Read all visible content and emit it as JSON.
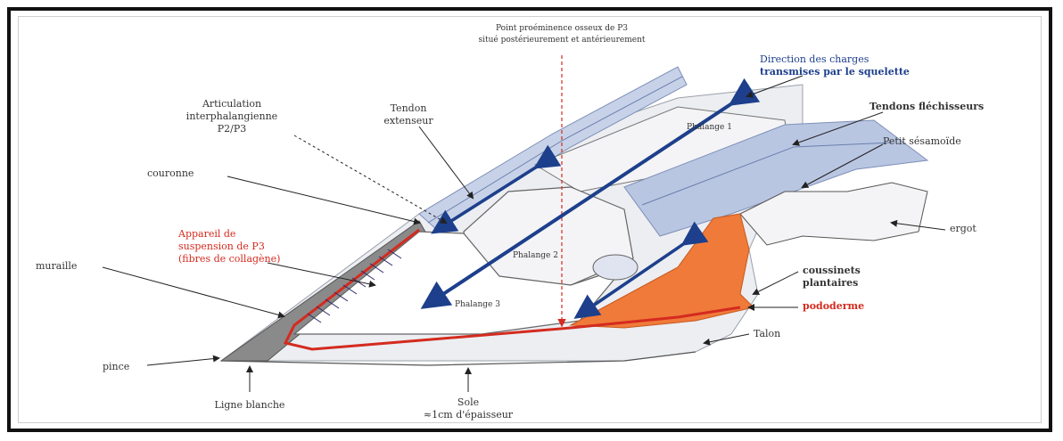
{
  "labels": {
    "point_top_1": "Point proéminence osseux de P3",
    "point_top_2": "situé postérieurement et antérieurement",
    "direction_1": "Direction des charges",
    "direction_2": "transmises par le squelette",
    "articulation_1": "Articulation",
    "articulation_2": "interphalangienne",
    "articulation_3": "P2/P3",
    "tendon_ext_1": "Tendon",
    "tendon_ext_2": "extenseur",
    "tendons_flech": "Tendons fléchisseurs",
    "petit_sesamoide": "Petit sésamoïde",
    "phalange_1": "Phalange 1",
    "phalange_2": "Phalange 2",
    "phalange_3": "Phalange 3",
    "couronne": "couronne",
    "appareil_1": "Appareil de",
    "appareil_2": "suspension de P3",
    "appareil_3": "(fibres de collagène)",
    "muraille": "muraille",
    "ergot": "ergot",
    "coussinets_1": "coussinets",
    "coussinets_2": "plantaires",
    "pododerme": "pododerme",
    "talon": "Talon",
    "pince": "pince",
    "ligne_blanche": "Ligne blanche",
    "sole_1": "Sole",
    "sole_2": "≈1cm d'épaisseur"
  },
  "colors": {
    "frame": "#111111",
    "load_arrow": "#1d3f8c",
    "red_line": "#d42b1f",
    "pododerme": "#f07a3a",
    "tendon": "#9fb3d9",
    "wall": "#8a8a8a",
    "bone": "#f4f4f6",
    "label": "#333333"
  }
}
